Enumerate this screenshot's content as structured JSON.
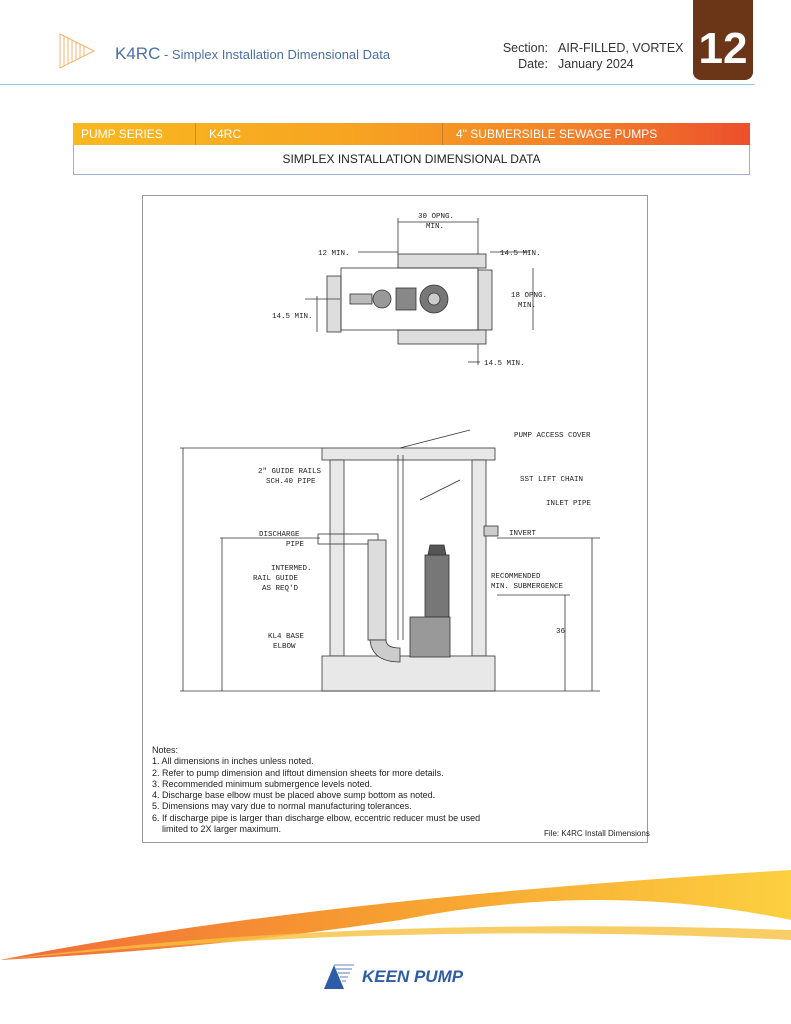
{
  "header": {
    "model": "K4RC",
    "subtitle": " - Simplex Installation Dimensional Data",
    "section_label": "Section:",
    "section_value": "AIR-FILLED, VORTEX",
    "date_label": "Date:",
    "date_value": "January 2024",
    "page_number": "12"
  },
  "banner": {
    "col1": "PUMP SERIES",
    "col2": "K4RC",
    "col3": "4\" SUBMERSIBLE SEWAGE PUMPS",
    "title": "SIMPLEX INSTALLATION DIMENSIONAL DATA",
    "gradient_start": "#f8b820",
    "gradient_end": "#ec4f2c"
  },
  "drawing": {
    "plan": {
      "opening_width": "30 OPNG.",
      "opening_width_min": "MIN.",
      "left_clear": "12 MIN.",
      "right_clear_top": "14.5 MIN.",
      "opening_depth": "18 OPNG.",
      "opening_depth_min": "MIN.",
      "left_clear_lower": "14.5 MIN.",
      "bottom_clear": "14.5 MIN."
    },
    "elevation": {
      "access_cover": "PUMP ACCESS COVER",
      "guide_rails_1": "2\" GUIDE RAILS",
      "guide_rails_2": "SCH.40 PIPE",
      "lift_chain": "SST LIFT CHAIN",
      "inlet_pipe": "INLET PIPE",
      "discharge_1": "DISCHARGE",
      "discharge_2": "PIPE",
      "invert": "INVERT",
      "rail_guide_1": "INTERMED.",
      "rail_guide_2": "RAIL GUIDE",
      "rail_guide_3": "AS REQ'D",
      "submergence_1": "RECOMMENDED",
      "submergence_2": "MIN. SUBMERGENCE",
      "submergence_value": "36",
      "base_elbow_1": "KL4 BASE",
      "base_elbow_2": "ELBOW"
    }
  },
  "notes": {
    "heading": "Notes:",
    "items": [
      "1. All dimensions in inches unless noted.",
      "2. Refer to pump dimension and liftout dimension sheets for more details.",
      "3. Recommended minimum submergence levels noted.",
      "4. Discharge base elbow must be placed above sump bottom as noted.",
      "5. Dimensions may vary due to normal manufacturing tolerances.",
      "6. If discharge pipe is larger than discharge elbow, eccentric reducer must be used",
      "    limited to 2X larger maximum."
    ],
    "file": "File: K4RC Install Dimensions"
  },
  "footer": {
    "brand": "KEEN PUMP",
    "brand_color": "#2f5ca8"
  }
}
